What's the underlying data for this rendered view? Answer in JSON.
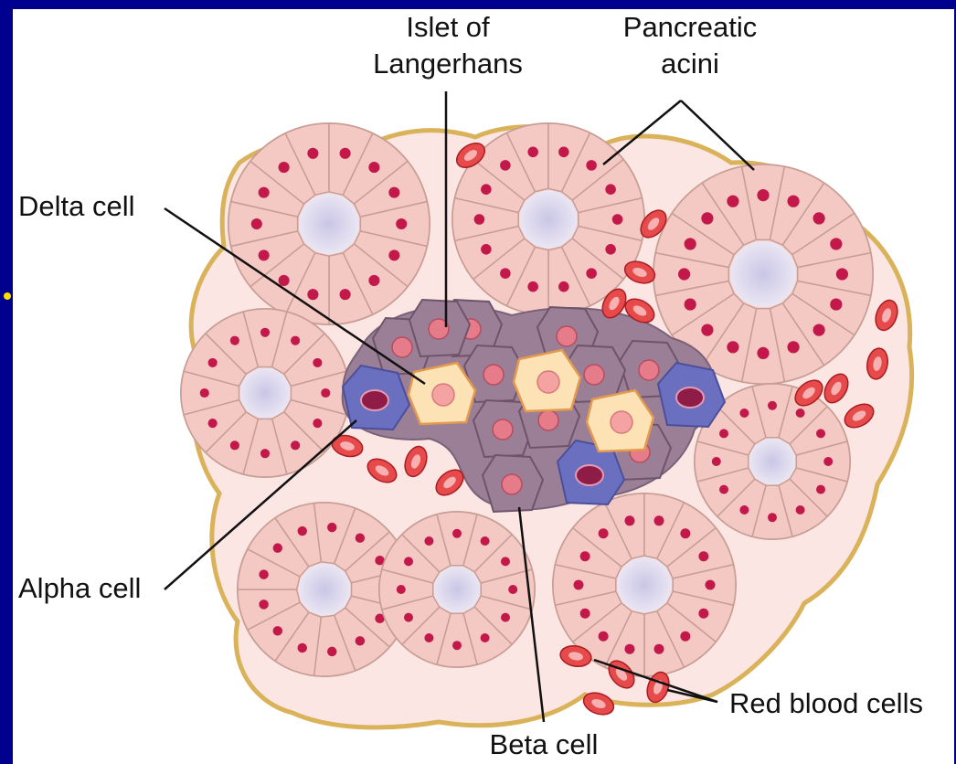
{
  "labels": {
    "islet_line1": "Islet of",
    "islet_line2": "Langerhans",
    "acini_line1": "Pancreatic",
    "acini_line2": "acini",
    "delta": "Delta cell",
    "alpha": "Alpha cell",
    "beta": "Beta cell",
    "rbc": "Red blood cells"
  },
  "colors": {
    "background": "#00008e",
    "bullet": "#ffe000",
    "tissue_outline": "#d9b25a",
    "acinar_cell": "#f5c9c3",
    "acinar_nucleus": "#c2184a",
    "lumen": "#d7d3ec",
    "beta_cell": "#9b7f96",
    "alpha_cell": "#6b6fbf",
    "delta_cell": "#fde2b6",
    "red_blood_cell": "#e74a4a"
  }
}
